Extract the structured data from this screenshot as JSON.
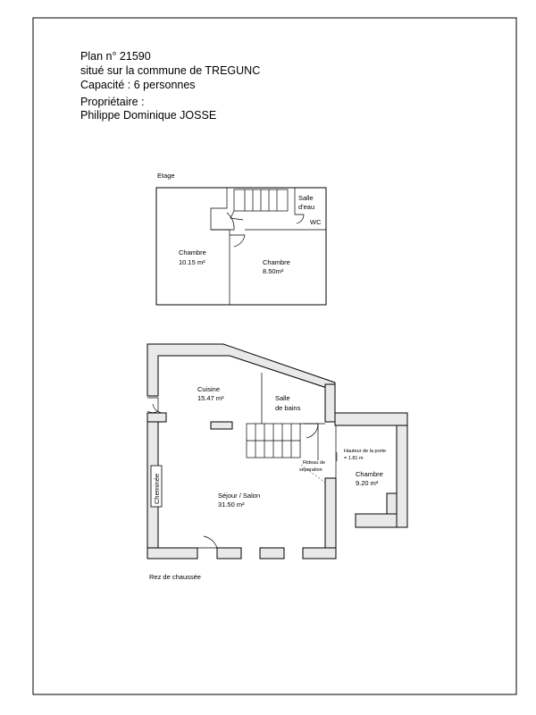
{
  "header": {
    "line1": "Plan n° 21590",
    "line2": "situé sur la commune de TREGUNC",
    "line3": "Capacité : 6 personnes",
    "line4": "Propriétaire :",
    "line5": "Philippe Dominique JOSSE"
  },
  "upper_floor": {
    "title": "Etage",
    "rooms": {
      "salle_eau_1": "Salle",
      "salle_eau_2": "d'eau",
      "wc": "WC",
      "chambre_a_name": "Chambre",
      "chambre_a_area": "10.15 m²",
      "chambre_b_name": "Chambre",
      "chambre_b_area": "8.50m²"
    }
  },
  "ground_floor": {
    "title": "Rez de chaussée",
    "rooms": {
      "cuisine_name": "Cuisine",
      "cuisine_area": "15.47 m²",
      "salle_bains_1": "Salle",
      "salle_bains_2": "de bains",
      "sejour_name": "Séjour / Salon",
      "sejour_area": "31.50 m²",
      "chambre_name": "Chambre",
      "chambre_area": "9.20 m²",
      "cheminee": "Cheminée"
    },
    "annotations": {
      "hauteur_1": "Hauteur de la porte",
      "hauteur_2": "= 1.81 m",
      "rideau_1": "Rideau de",
      "rideau_2": "séparation"
    }
  }
}
